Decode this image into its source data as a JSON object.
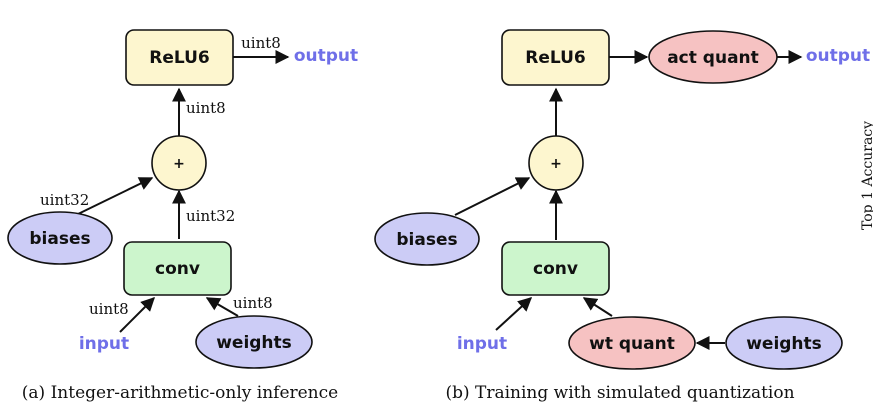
{
  "left": {
    "relu": "ReLU6",
    "plus": "+",
    "conv": "conv",
    "biases": "biases",
    "weights": "weights",
    "input": "input",
    "output": "output",
    "dtype_output": "uint8",
    "dtype_relu_in": "uint8",
    "dtype_biases": "uint32",
    "dtype_conv_out": "uint32",
    "dtype_input": "uint8",
    "dtype_weights": "uint8",
    "caption": "(a) Integer-arithmetic-only inference"
  },
  "right": {
    "relu": "ReLU6",
    "act_quant": "act quant",
    "plus": "+",
    "conv": "conv",
    "biases": "biases",
    "wt_quant": "wt quant",
    "weights": "weights",
    "input": "input",
    "output": "output",
    "caption": "(b) Training with simulated quantization"
  },
  "side_text": "Top 1 Accuracy",
  "colors": {
    "relu_fill": "#fdf6cf",
    "conv_fill": "#ccf5cc",
    "biases_fill": "#ccccf6",
    "quant_fill": "#f6c2c2",
    "io_text": "#6f6fe8"
  }
}
